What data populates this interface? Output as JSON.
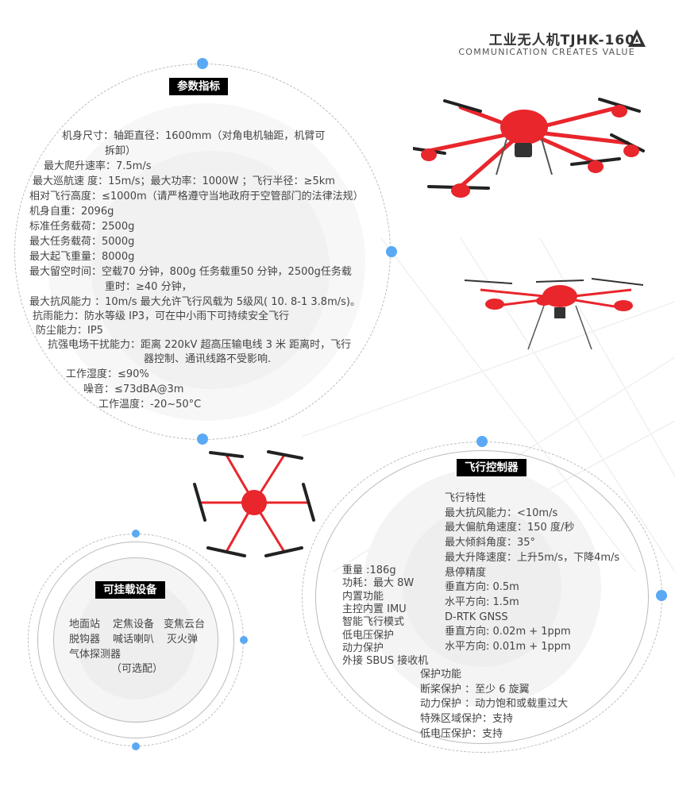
{
  "header": {
    "title": "工业无人机TJHK-160",
    "slogan": "COMMUNICATION CREATES VALUE",
    "logo": "brand-logo-icon"
  },
  "specs": {
    "label": "参数指标",
    "lines": [
      "机身尺寸：轴距直径：1600mm（对角电机轴距，机臂可",
      "拆卸）",
      "最大爬升速率：7.5m/s",
      "最大巡航速  度：15m/s；最大功率：1000W ；飞行半径：≥5km",
      "相对飞行高度：≤1000m（请严格遵守当地政府于空管部门的法律法规）",
      "机身自重：2096g",
      "标准任务载荷：2500g",
      "最大任务载荷：5000g",
      "最大起飞重量：8000g",
      "最大留空时间：空载70 分钟，800g 任务载重50 分钟，2500g任务载",
      "重时：≥40 分钟，",
      "最大抗风能力 ：10m/s 最大允许飞行风载为 5级风( 10. 8-1 3.8m/s)。",
      "抗雨能力：防水等级 IP3，可在中小雨下可持续安全飞行",
      "防尘能力：IP5",
      "抗强电场干扰能力：距离 220kV 超高压输电线 3 米 距离时，飞行",
      "器控制、通讯线路不受影响.",
      "工作湿度：≤90%",
      "噪音：≤73dBA@3m",
      "工作温度：-20~50°C"
    ]
  },
  "controller": {
    "label": "飞行控制器",
    "left": [
      "重量 :186g",
      "功耗：最大 8W",
      "内置功能",
      "主控内置 IMU",
      "智能飞行模式",
      "低电压保护",
      "动力保护",
      "外接 SBUS 接收机"
    ],
    "right": [
      "飞行特性",
      "最大抗风能力：<10m/s",
      "最大偏航角速度：150 度/秒",
      "最大倾斜角度：35°",
      "最大升降速度：上升5m/s，下降4m/s",
      "悬停精度",
      "垂直方向: 0.5m",
      "水平方向: 1.5m",
      "D-RTK GNSS",
      "垂直方向: 0.02m + 1ppm",
      "水平方向: 0.01m + 1ppm"
    ],
    "bottom": [
      "保护功能",
      "断桨保护 ：至少 6 旋翼",
      "动力保护 ：动力饱和或载重过大",
      "特殊区域保护：支持",
      "低电压保护：支持"
    ]
  },
  "payload": {
    "label": "可挂载设备",
    "rows": [
      [
        "地面站",
        "定焦设备",
        "变焦云台"
      ],
      [
        "脱钩器",
        "喊话喇叭",
        "灭火弹"
      ],
      [
        "气体探测器"
      ]
    ],
    "note": "（可选配）"
  },
  "colors": {
    "accent": "#5aa9f5",
    "drone": "#e8262c",
    "label_bg": "#000000"
  }
}
